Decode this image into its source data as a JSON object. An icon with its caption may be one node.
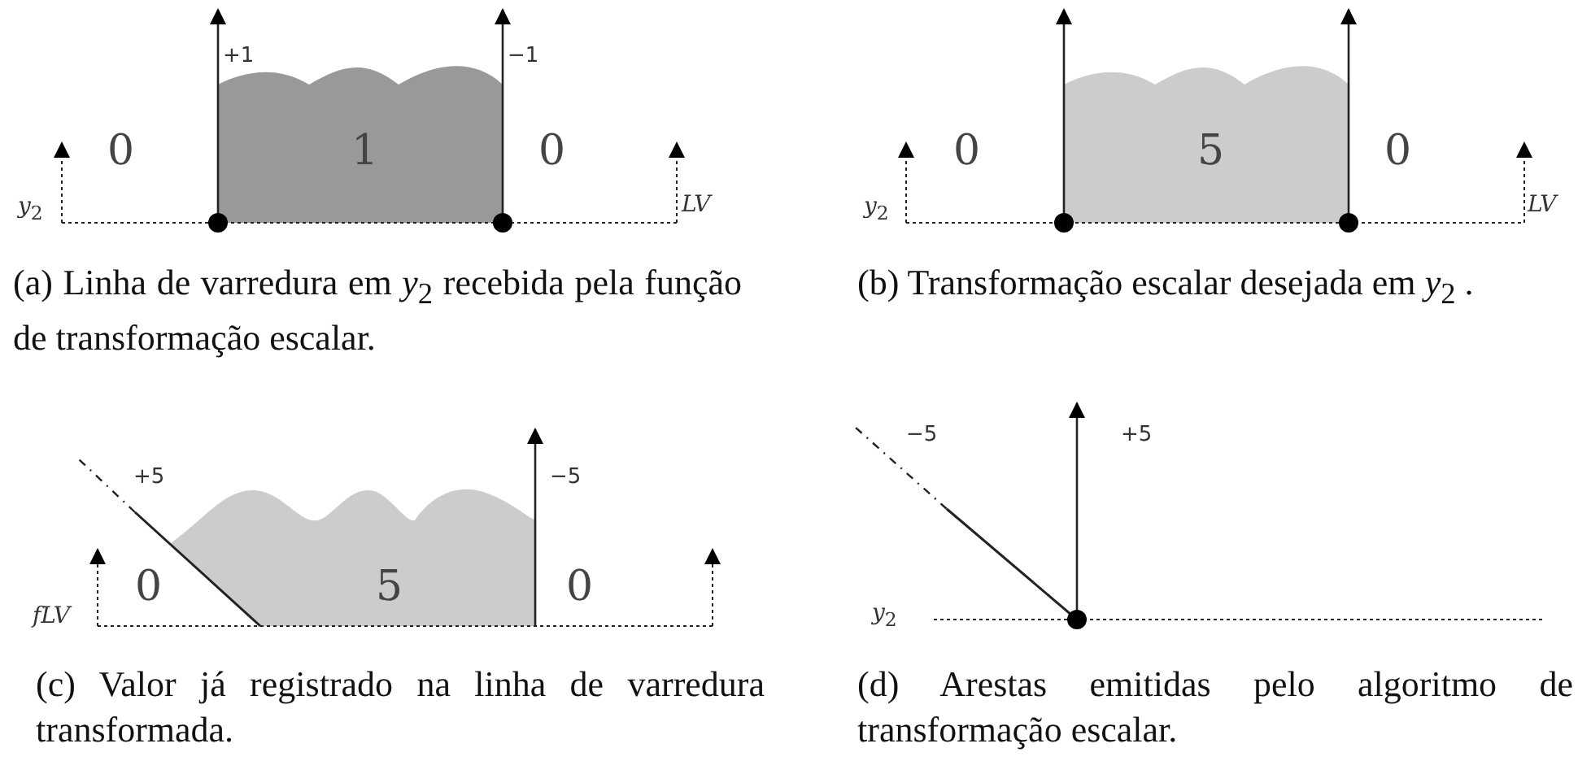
{
  "diagram": {
    "labels": [
      "+1",
      "−1",
      "0",
      "1",
      "0",
      "*y*$_{2}$",
      "*LV*",
      "(a) Linha de varredura em *y*$_{2}$ recebida pela função de transformação escalar.",
      "0",
      "5",
      "0",
      "*y*$_{2}$",
      "*LV*",
      "(b) Transformação escalar desejada em *y*$_{2}$ .",
      "+5",
      "−5",
      "0",
      "5",
      "0",
      "*fLV*",
      "(c) Valor já registrado na linha de varredura transformada.",
      "−5",
      "+5",
      "*y*$_{2}$",
      "(d) Arestas emitidas pelo algoritmo de transformação escalar."
    ]
  }
}
